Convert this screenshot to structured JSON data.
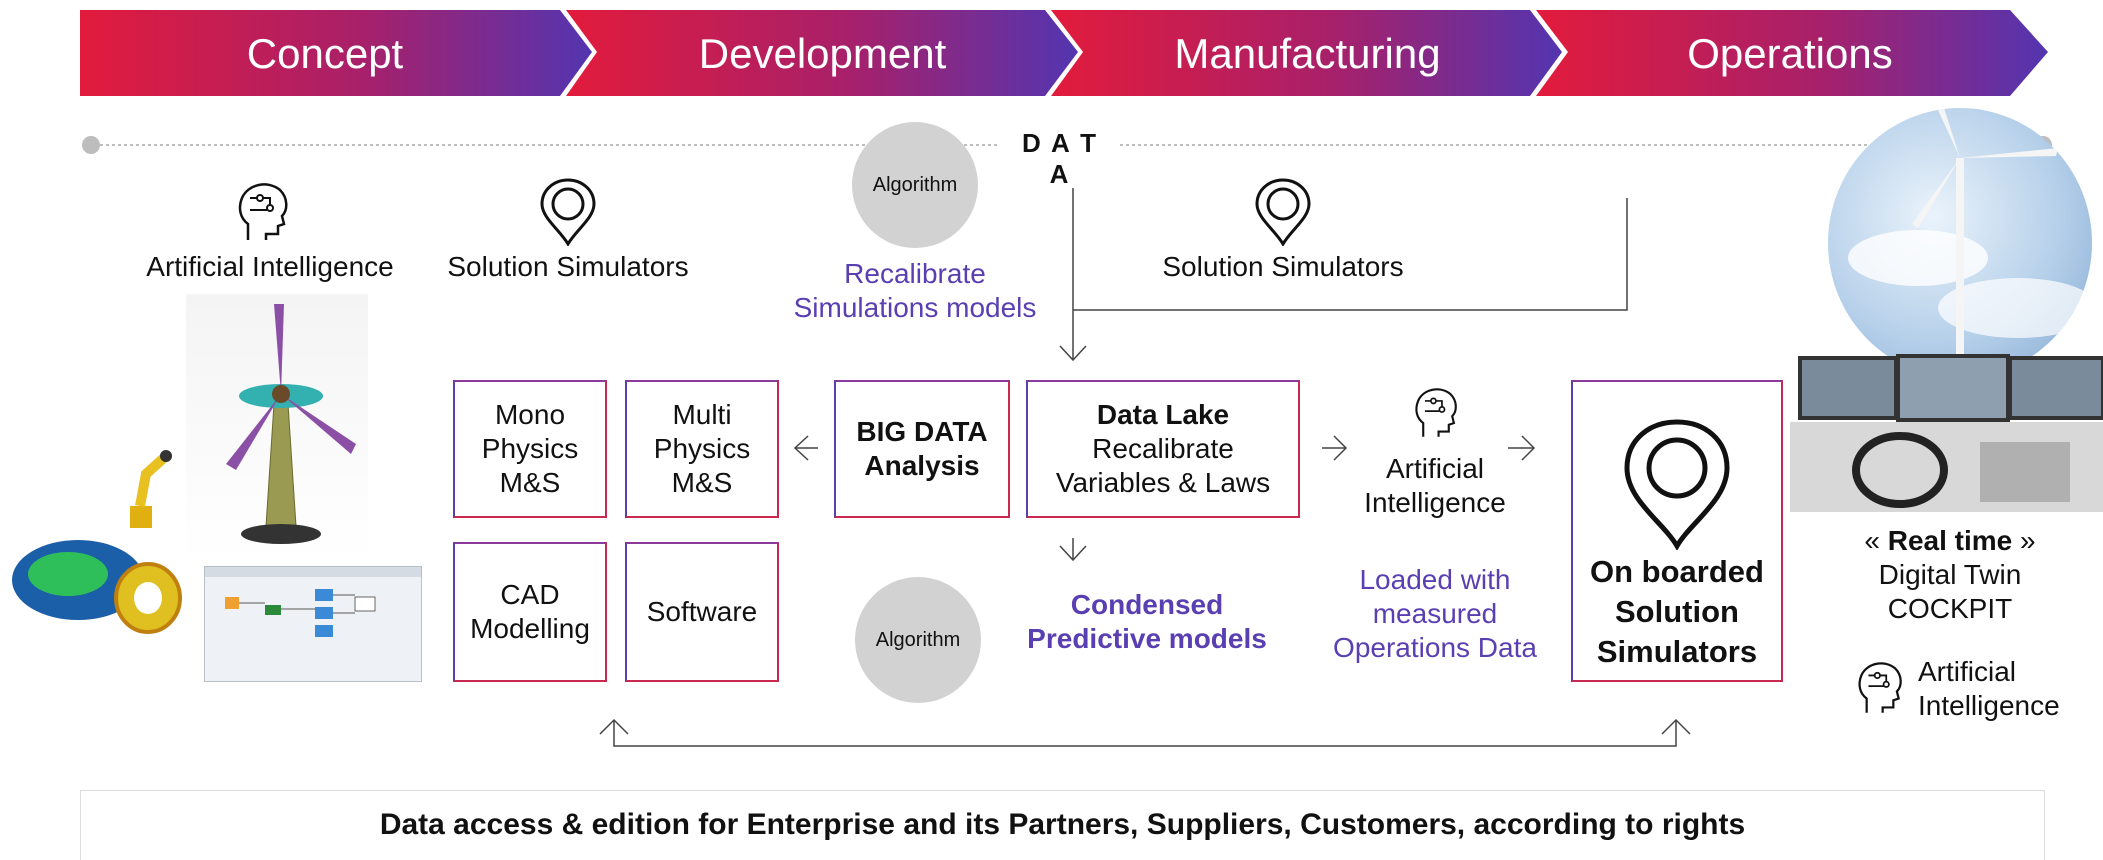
{
  "stages": [
    "Concept",
    "Development",
    "Manufacturing",
    "Operations"
  ],
  "data_line_label": "D A T A",
  "algorithm_label": "Algorithm",
  "labels": {
    "ai_left": "Artificial Intelligence",
    "sim_left": "Solution Simulators",
    "sim_mid": "Solution Simulators",
    "recalibrate_1": "Recalibrate",
    "recalibrate_2": "Simulations models",
    "ai_mid_1": "Artificial",
    "ai_mid_2": "Intelligence",
    "condensed_1": "Condensed",
    "condensed_2": "Predictive models",
    "loaded_1": "Loaded with",
    "loaded_2": "measured",
    "loaded_3": "Operations Data",
    "realtime_open": "« ",
    "realtime_bold": "Real time",
    "realtime_close": " »",
    "digital_twin": "Digital Twin",
    "cockpit": "COCKPIT",
    "ai_right_1": "Artificial",
    "ai_right_2": "Intelligence"
  },
  "boxes": {
    "mono": [
      "Mono",
      "Physics",
      "M&S"
    ],
    "multi": [
      "Multi",
      "Physics",
      "M&S"
    ],
    "cad": [
      "CAD",
      "Modelling"
    ],
    "software": "Software",
    "bigdata": [
      "BIG DATA",
      "Analysis"
    ],
    "datalake_title": "Data Lake",
    "datalake_lines": [
      "Recalibrate",
      "Variables & Laws"
    ],
    "onboard": [
      "On boarded",
      "Solution",
      "Simulators"
    ]
  },
  "footer": "Data access & edition for Enterprise and its Partners, Suppliers, Customers, according to rights",
  "colors": {
    "start": "#e21b3c",
    "end": "#5335b0",
    "purple": "#5a3fb2",
    "border": "#c9294f"
  }
}
